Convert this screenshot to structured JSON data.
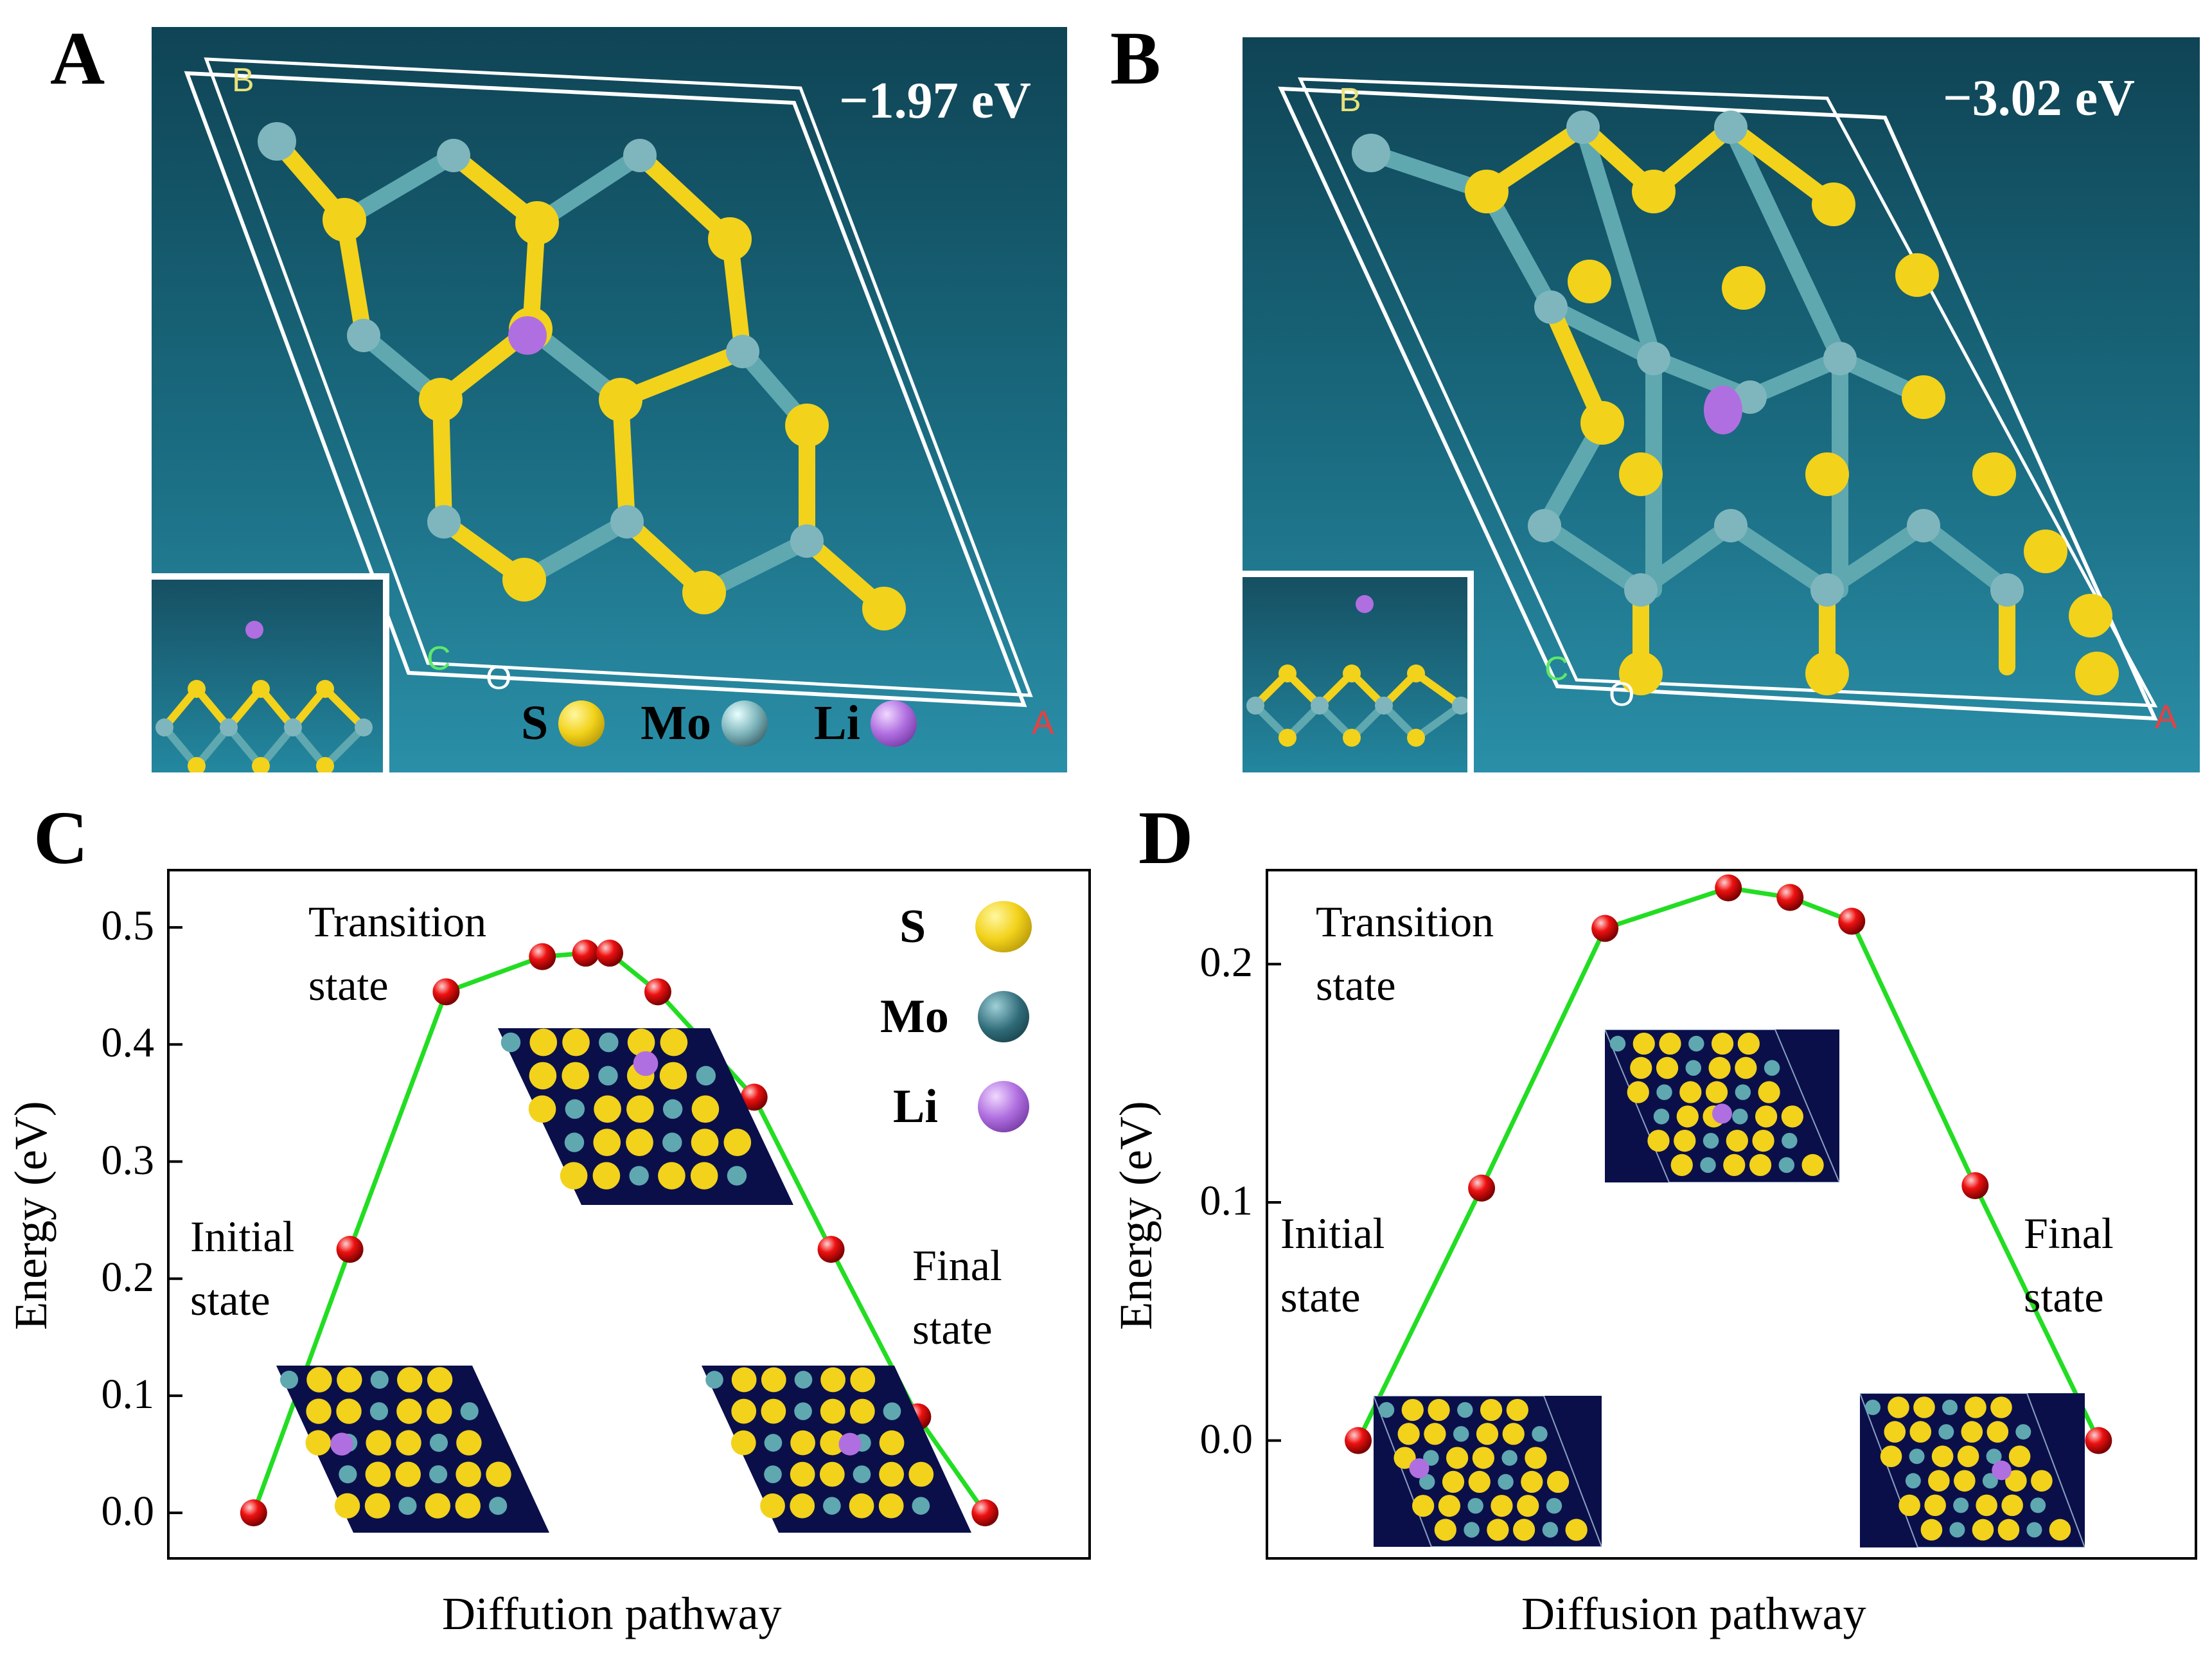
{
  "panels": {
    "A": {
      "letter": "A",
      "energy": "−1.97 eV",
      "lattice": {
        "b": "B",
        "c": "C",
        "o": "O",
        "a": "A"
      },
      "legend": [
        {
          "label": "S",
          "color": "#f2d21b"
        },
        {
          "label": "Mo",
          "color": "#7fb6bd"
        },
        {
          "label": "Li",
          "color": "#b06fe0"
        }
      ]
    },
    "B": {
      "letter": "B",
      "energy": "−3.02 eV",
      "lattice": {
        "b": "B",
        "c": "C",
        "o": "O",
        "a": "A"
      }
    },
    "C": {
      "letter": "C",
      "initial_label": "Initial\nstate",
      "transition_label": "Transition\nstate",
      "final_label": "Final\nstate",
      "legend": [
        {
          "label": "S",
          "color": "#f2d21b"
        },
        {
          "label": "Mo",
          "color": "#2f6b78"
        },
        {
          "label": "Li",
          "color": "#b06fe0"
        }
      ]
    },
    "D": {
      "letter": "D",
      "initial_label": "Initial\nstate",
      "transition_label": "Transition\nstate",
      "final_label": "Final\nstate"
    }
  },
  "colors": {
    "line": "#22dd22",
    "marker": "#ee1111",
    "S": "#f2d21b",
    "Mo": "#5fa8b0",
    "Li": "#b06fe0",
    "snapshot_bg": "#0a0f4a"
  },
  "chart_data": [
    {
      "type": "line",
      "panel": "C",
      "xlabel": "Diffution pathway",
      "ylabel": "Energy (eV)",
      "ylim": [
        -0.04,
        0.55
      ],
      "yticks": [
        "0.0",
        "0.1",
        "0.2",
        "0.3",
        "0.4",
        "0.5"
      ],
      "x": [
        0,
        1,
        2,
        3,
        3.45,
        3.7,
        4.2,
        5.2,
        6.0,
        6.9,
        7.6
      ],
      "y": [
        0.0,
        0.225,
        0.445,
        0.475,
        0.478,
        0.478,
        0.445,
        0.355,
        0.225,
        0.082,
        0.0
      ],
      "xlim": [
        -0.9,
        8.7
      ]
    },
    {
      "type": "line",
      "panel": "D",
      "xlabel": "Diffusion pathway",
      "ylabel": "Energy (eV)",
      "ylim": [
        -0.05,
        0.24
      ],
      "yticks": [
        "0.0",
        "0.1",
        "0.2"
      ],
      "x": [
        0,
        1,
        2,
        3,
        3.5,
        4,
        5,
        6
      ],
      "y": [
        0.0,
        0.106,
        0.215,
        0.232,
        0.228,
        0.218,
        0.107,
        0.0
      ],
      "xlim": [
        -0.75,
        6.8
      ]
    }
  ]
}
